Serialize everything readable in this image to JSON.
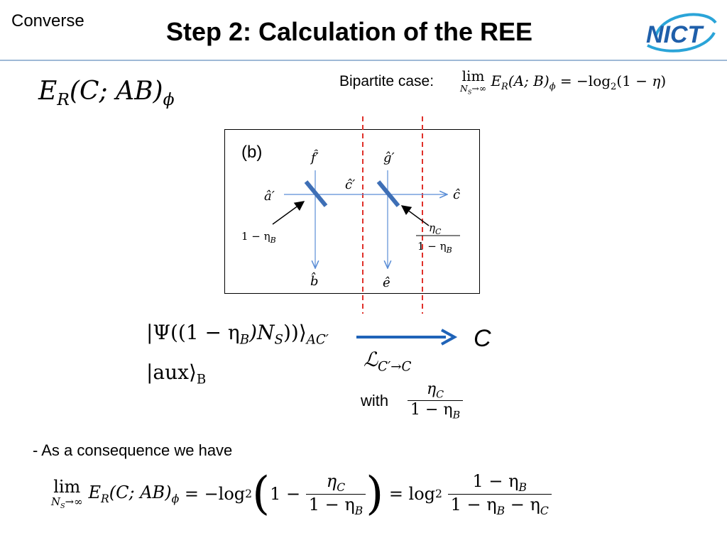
{
  "header": {
    "label": "Converse",
    "title": "Step 2: Calculation of the REE",
    "logo_text": "NICT",
    "logo_color": "#1f5faa",
    "logo_accent": "#2aa4d8"
  },
  "main_equation": "E_R(C; AB)_ϕ",
  "bipartite": {
    "label": "Bipartite case:",
    "formula": "lim_{N_S→∞} E_R(A;B)_ϕ = −log_2(1 − η)"
  },
  "diagram": {
    "panel_label": "(b)",
    "labels": {
      "a_prime": "â′",
      "f_prime": "f̂′",
      "c_prime": "ĉ′",
      "g_prime": "ĝ′",
      "c_hat": "ĉ",
      "b_hat": "b̂",
      "e_hat": "ê",
      "bs1": "1 − η",
      "bs1_sub": "B",
      "bs2_num": "η",
      "bs2_num_sub": "C",
      "bs2_den": "1 − η",
      "bs2_den_sub": "B"
    },
    "colors": {
      "beam": "#5b8ed6",
      "splitter": "#3e6fb6",
      "divider": "#e0302a"
    }
  },
  "state": {
    "psi": "|Ψ((1 − η",
    "psi_sub_b": "B",
    "psi_mid": ")N",
    "psi_sub_s": "S",
    "psi_end": "))⟩",
    "psi_sub_ac": "AC′",
    "aux": "|aux⟩",
    "aux_sub": "B"
  },
  "channel": {
    "symbol": "ℒ",
    "sub": "C′→C",
    "output": "C",
    "arrow_color": "#1f63b8"
  },
  "with": {
    "label": "with",
    "num": "η",
    "num_sub": "C",
    "den": "1 − η",
    "den_sub": "B"
  },
  "consequence": {
    "text": "- As a consequence we have"
  },
  "final": {
    "lim": "lim",
    "lim_sub": "N_S→∞",
    "lhs": "E_R(C; AB)_ϕ = −log",
    "log_base": "2",
    "inner_one": "1 −",
    "inner_num": "η",
    "inner_num_sub": "C",
    "inner_den": "1 − η",
    "inner_den_sub": "B",
    "rhs": "= log",
    "rhs_base": "2",
    "rhs_num": "1 − η",
    "rhs_num_sub": "B",
    "rhs_den_a": "1 − η",
    "rhs_den_a_sub": "B",
    "rhs_den_b": " − η",
    "rhs_den_b_sub": "C"
  }
}
